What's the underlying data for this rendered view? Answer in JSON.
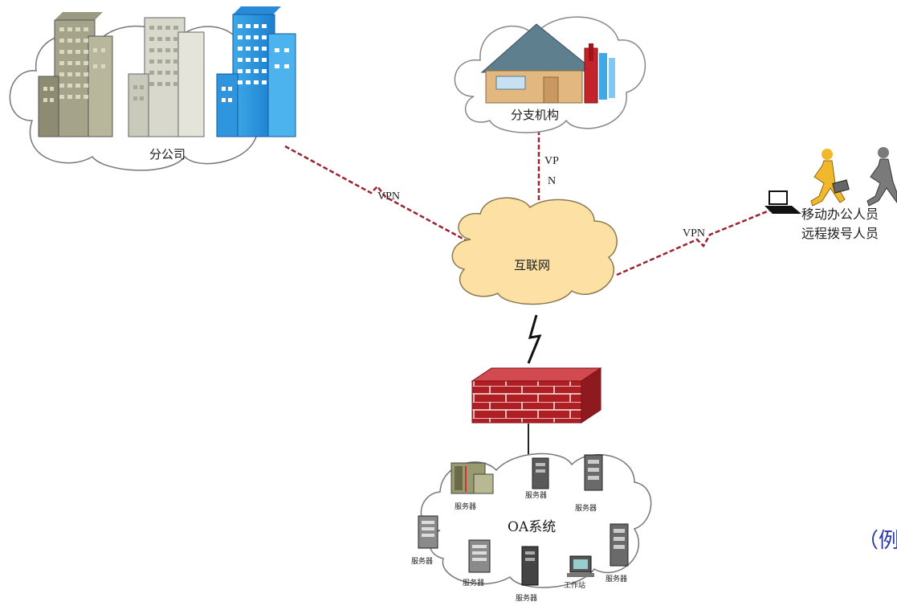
{
  "labels": {
    "branch_company": "分公司",
    "branch_office": "分支机构",
    "internet": "互联网",
    "oa_system": "OA系统",
    "mobile_line1": "移动办公人员",
    "mobile_line2": "远程拨号人员"
  },
  "links": {
    "vpn_left": "VPN",
    "vpn_top_line1": "VP",
    "vpn_top_line2": "N",
    "vpn_right": "VPN"
  },
  "nodes": {
    "server": "服务器",
    "workstation": "工作站"
  },
  "note": "（例"
}
